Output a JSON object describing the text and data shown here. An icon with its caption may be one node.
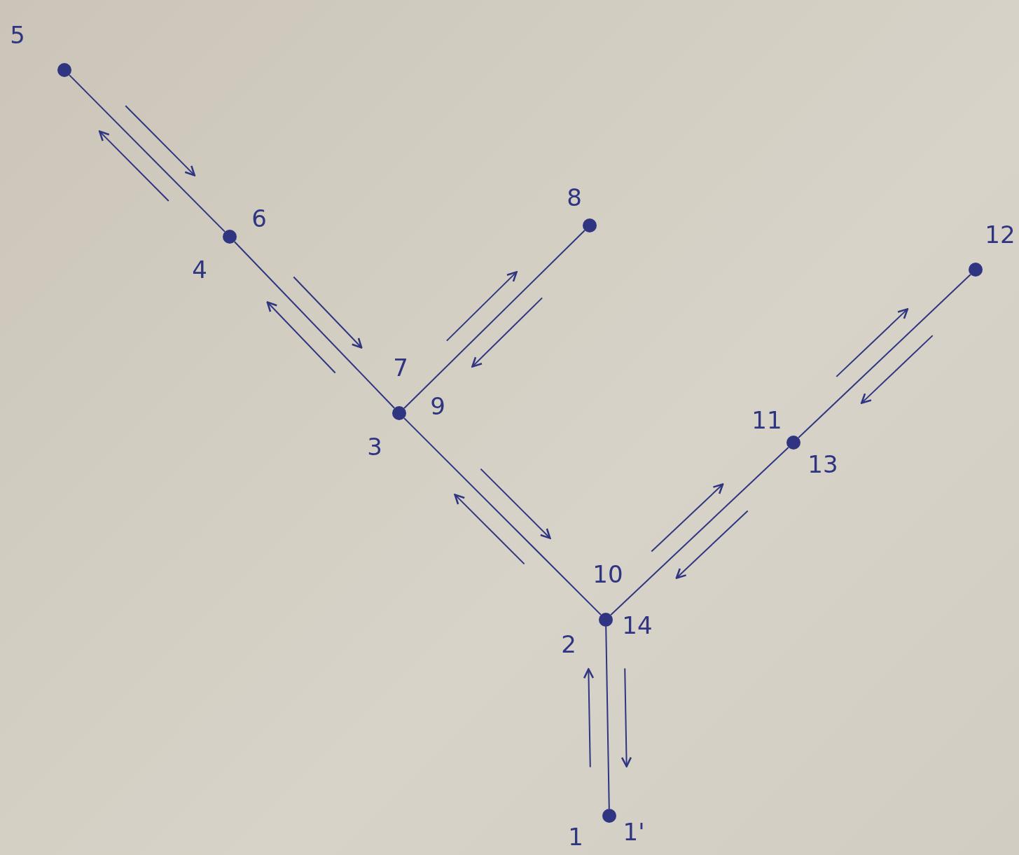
{
  "diagram": {
    "nodes": [
      {
        "text": [],
        "shape": "circle",
        "beside": [
          "5"
        ]
      },
      {
        "text": [],
        "shape": "circle",
        "beside": [
          "6",
          "4"
        ]
      },
      {
        "text": [],
        "shape": "circle",
        "beside": [
          "8"
        ]
      },
      {
        "text": [],
        "shape": "circle",
        "beside": [
          "12"
        ]
      },
      {
        "text": [],
        "shape": "circle",
        "beside": [
          "7",
          "9",
          "3"
        ]
      },
      {
        "text": [],
        "shape": "circle",
        "beside": [
          "11",
          "13"
        ]
      },
      {
        "text": [],
        "shape": "circle",
        "beside": [
          "10",
          "14",
          "2"
        ]
      },
      {
        "text": [],
        "shape": "circle",
        "beside": [
          "1",
          "1'"
        ]
      }
    ],
    "edges": [
      {
        "from": 0,
        "to": 1,
        "arrow": "none"
      },
      {
        "from": 1,
        "to": 4,
        "arrow": "none"
      },
      {
        "from": 4,
        "to": 2,
        "arrow": "none"
      },
      {
        "from": 4,
        "to": 6,
        "arrow": "none"
      },
      {
        "from": 6,
        "to": 5,
        "arrow": "none"
      },
      {
        "from": 5,
        "to": 3,
        "arrow": "none"
      },
      {
        "from": 6,
        "to": 7,
        "arrow": "none"
      }
    ]
  }
}
